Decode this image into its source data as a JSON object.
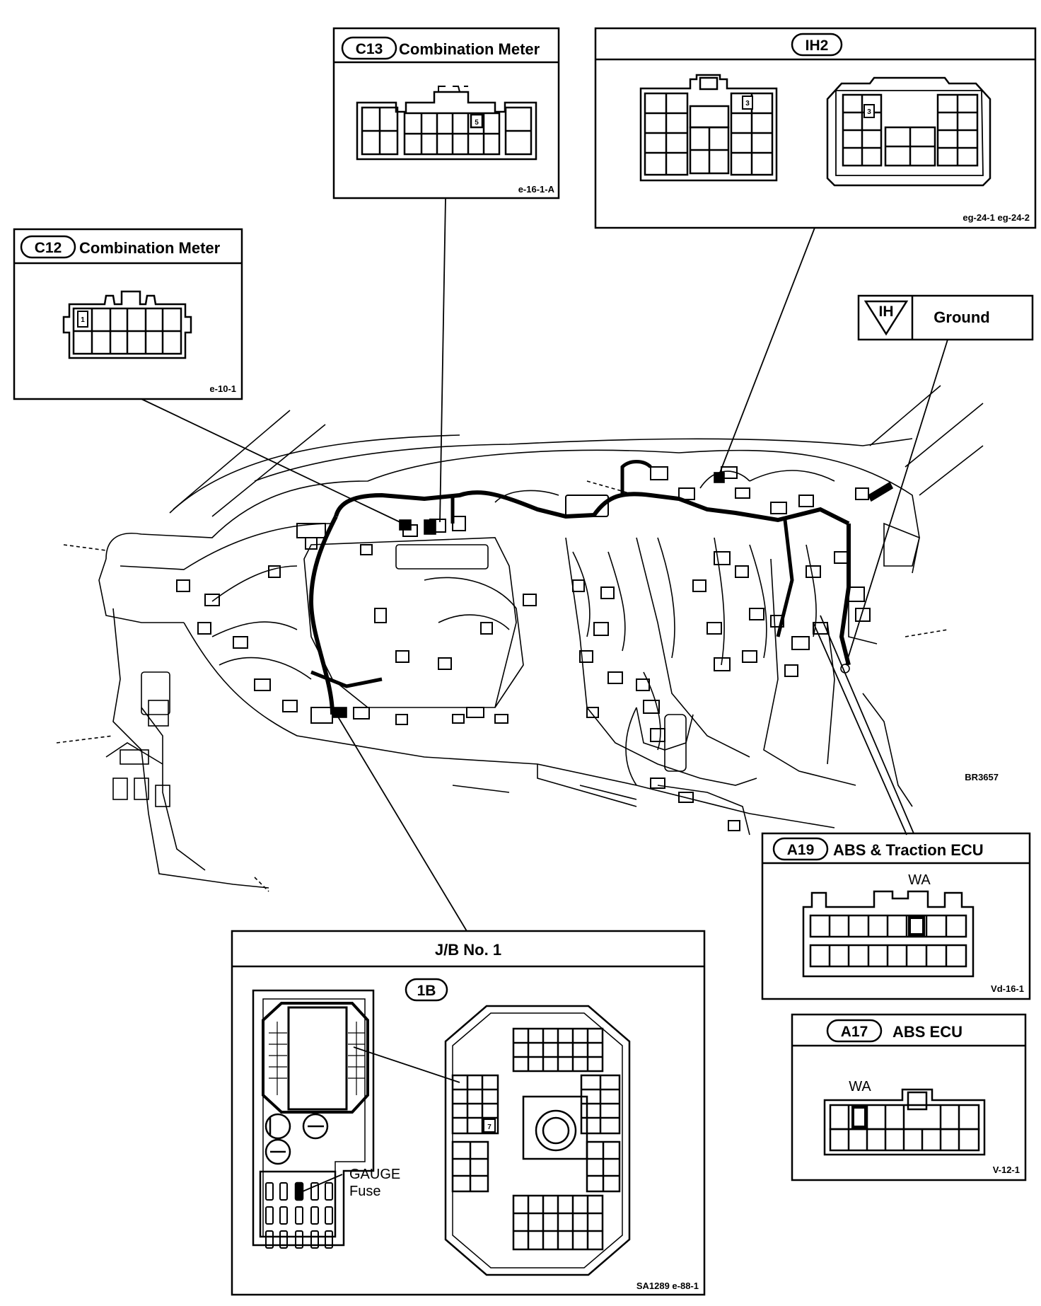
{
  "boxes": {
    "c13": {
      "code": "C13",
      "title": "Combination Meter",
      "pin": "5",
      "ref": "e-16-1-A"
    },
    "ih2": {
      "code": "IH2",
      "pin_left": "3",
      "pin_right": "3",
      "ref": "eg-24-1  eg-24-2"
    },
    "c12": {
      "code": "C12",
      "title": "Combination Meter",
      "pin": "1",
      "ref": "e-10-1"
    },
    "ground": {
      "code": "IH",
      "title": "Ground"
    },
    "a19": {
      "code": "A19",
      "title": "ABS & Traction ECU",
      "terminal": "WA",
      "ref": "Vd-16-1"
    },
    "a17": {
      "code": "A17",
      "title": "ABS ECU",
      "terminal": "WA",
      "ref": "V-12-1"
    },
    "jb": {
      "title": "J/B No. 1",
      "connector": "1B",
      "pin": "7",
      "fuse_line1": "GAUGE",
      "fuse_line2": "Fuse",
      "ref": "SA1289  e-88-1"
    }
  },
  "diagram": {
    "ref": "BR3657"
  }
}
